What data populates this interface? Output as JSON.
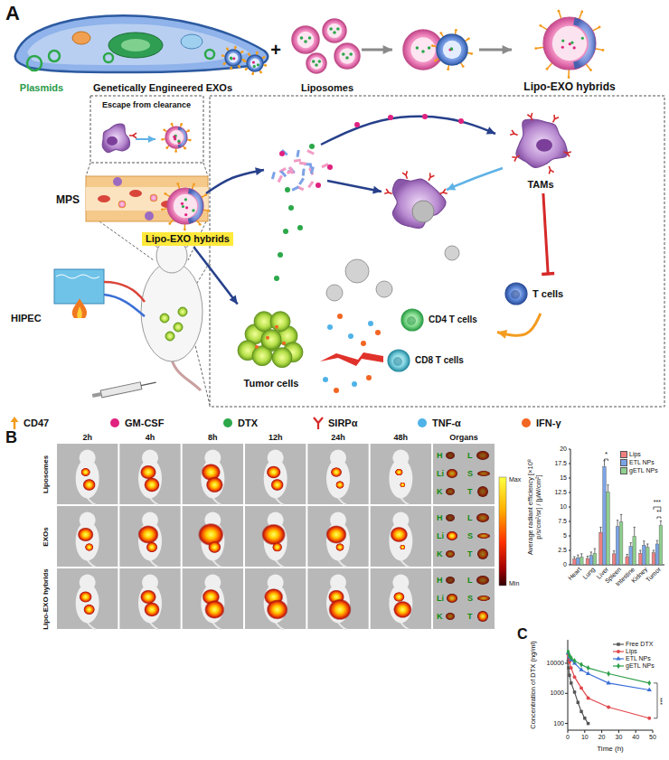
{
  "diagram": {
    "nodes": [
      {
        "text": [
          "Lipo-EXO hybrids"
        ]
      },
      {
        "text": [
          "TAMs"
        ]
      },
      {
        "text": [
          "T cells"
        ]
      },
      {
        "text": [
          "Tumor cells"
        ]
      },
      {
        "text": [
          "CD4 T cells"
        ]
      },
      {
        "text": [
          "CD8 T cells"
        ]
      }
    ],
    "edges": [
      {
        "from": 0,
        "to": 3,
        "arrow": "to"
      },
      {
        "from": 1,
        "to": 2,
        "arrow": "to"
      },
      {
        "from": 2,
        "to": 4,
        "arrow": "to"
      }
    ],
    "labels": [
      "A",
      "Plasmids",
      "Genetically Engineered EXOs",
      "+",
      "Liposomes",
      "Lipo-EXO hybrids",
      "Escape from clearance",
      "MPS",
      "HIPEC",
      "B",
      "2h",
      "4h",
      "8h",
      "12h",
      "24h",
      "48h",
      "Organs",
      "Liposomes",
      "EXOs",
      "Lipo-EXO hybrids",
      "H",
      "L",
      "Li",
      "S",
      "K",
      "T",
      "H",
      "L",
      "Li",
      "S",
      "K",
      "T",
      "H",
      "L",
      "Li",
      "S",
      "K",
      "T",
      "Max",
      "Min",
      "Average radiant efficiency [×10⁸ p/s/cm²/sr] / [μW/cm²]",
      "0",
      "2.5",
      "5",
      "7.5",
      "10",
      "12.5",
      "15",
      "17.5",
      "20",
      "Heart",
      "Lung",
      "Liver",
      "Spleen",
      "Intestine",
      "Kidney",
      "Tumor",
      "*",
      "***",
      "**",
      "C",
      "Concentration of DTX (ng/ml)",
      "100",
      "1000",
      "10000",
      "0",
      "10",
      "20",
      "30",
      "40",
      "50",
      "Time (h)",
      "***"
    ],
    "legend": [
      {
        "text": "CD47"
      },
      {
        "text": "GM-CSF",
        "color": "#e0217f"
      },
      {
        "text": "DTX",
        "color": "#2ca84a"
      },
      {
        "text": "SIRPα"
      },
      {
        "text": "TNF-α",
        "color": "#4fb3e8"
      },
      {
        "text": "IFN-γ",
        "color": "#f26522"
      },
      {
        "text": "Lips",
        "color": "#f08080"
      },
      {
        "text": "ETL NPs",
        "color": "#7ba3e6"
      },
      {
        "text": "gETL NPs",
        "color": "#8fd08f"
      },
      {
        "text": "Free DTX"
      },
      {
        "text": "Lips"
      },
      {
        "text": "ETL NPs"
      },
      {
        "text": "gETL NPs"
      }
    ]
  }
}
